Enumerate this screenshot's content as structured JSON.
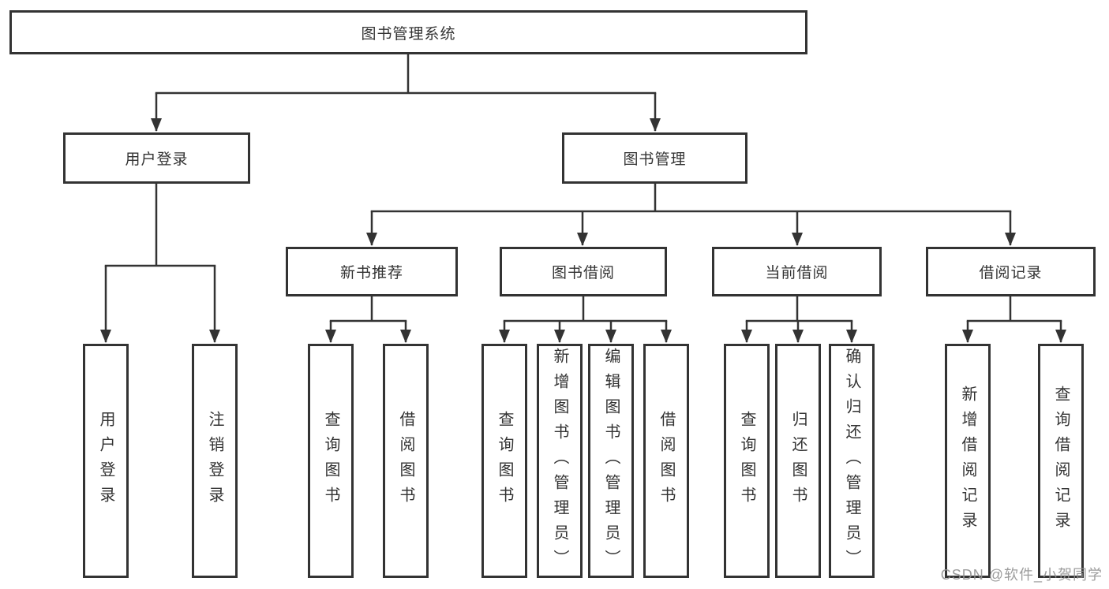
{
  "tree": {
    "label": "图书管理系统",
    "children": [
      {
        "label": "用户登录",
        "children": [
          {
            "label": "用户登录"
          },
          {
            "label": "注销登录"
          }
        ]
      },
      {
        "label": "图书管理",
        "children": [
          {
            "label": "新书推荐",
            "children": [
              {
                "label": "查询图书"
              },
              {
                "label": "借阅图书"
              }
            ]
          },
          {
            "label": "图书借阅",
            "children": [
              {
                "label": "查询图书"
              },
              {
                "label": "新增图书（管理员）"
              },
              {
                "label": "编辑图书（管理员）"
              },
              {
                "label": "借阅图书"
              }
            ]
          },
          {
            "label": "当前借阅",
            "children": [
              {
                "label": "查询图书"
              },
              {
                "label": "归还图书"
              },
              {
                "label": "确认归还（管理员）"
              }
            ]
          },
          {
            "label": "借阅记录",
            "children": [
              {
                "label": "新增借阅记录"
              },
              {
                "label": "查询借阅记录"
              }
            ]
          }
        ]
      }
    ]
  },
  "watermark": "CSDN @软件_小贺同学",
  "colors": {
    "line": "#333333",
    "box_border": "#333333",
    "text": "#333333",
    "watermark": "#949494",
    "background": "#ffffff"
  }
}
